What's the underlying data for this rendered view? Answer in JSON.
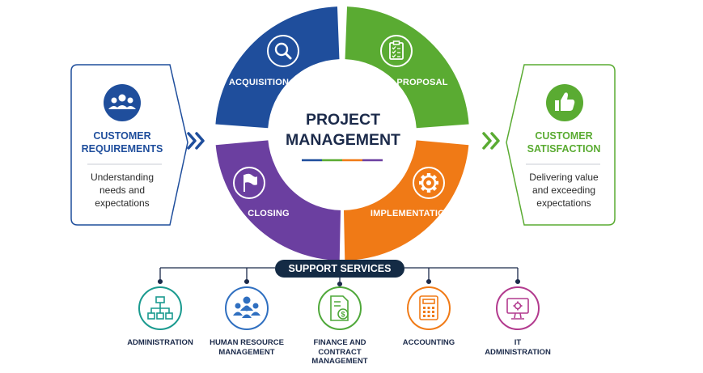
{
  "customer_requirements": {
    "title_line1": "CUSTOMER",
    "title_line2": "REQUIREMENTS",
    "desc_line1": "Understanding",
    "desc_line2": "needs and",
    "desc_line3": "expectations",
    "icon": "people-group-icon",
    "color": "#1f4e9c"
  },
  "customer_satisfaction": {
    "title_line1": "CUSTOMER",
    "title_line2": "SATISFACTION",
    "desc_line1": "Delivering value",
    "desc_line2": "and exceeding",
    "desc_line3": "expectations",
    "icon": "thumbs-up-icon",
    "color": "#5aab32"
  },
  "center": {
    "title_line1": "PROJECT",
    "title_line2": "MANAGEMENT"
  },
  "segments": [
    {
      "label": "ACQUISITION",
      "icon": "search-icon",
      "color": "#1f4e9c"
    },
    {
      "label": "PROPOSAL",
      "icon": "checklist-icon",
      "color": "#5aab32"
    },
    {
      "label": "IMPLEMENTATION",
      "icon": "gear-icon",
      "color": "#f07a16"
    },
    {
      "label": "CLOSING",
      "icon": "flag-icon",
      "color": "#6b3fa0"
    }
  ],
  "support": {
    "title": "SUPPORT SERVICES",
    "services": [
      {
        "line1": "ADMINISTRATION",
        "line2": "",
        "line3": "",
        "icon": "org-chart-icon",
        "color": "#1a9a8f"
      },
      {
        "line1": "HUMAN RESOURCE",
        "line2": "MANAGEMENT",
        "line3": "",
        "icon": "people-group-icon",
        "color": "#2f6fc0"
      },
      {
        "line1": "FINANCE AND",
        "line2": "CONTRACT",
        "line3": "MANAGEMENT",
        "icon": "contract-dollar-icon",
        "color": "#4fa83a"
      },
      {
        "line1": "ACCOUNTING",
        "line2": "",
        "line3": "",
        "icon": "calculator-icon",
        "color": "#f07a16"
      },
      {
        "line1": "IT",
        "line2": "ADMINISTRATION",
        "line3": "",
        "icon": "computer-gear-icon",
        "color": "#b23a8e"
      }
    ]
  }
}
